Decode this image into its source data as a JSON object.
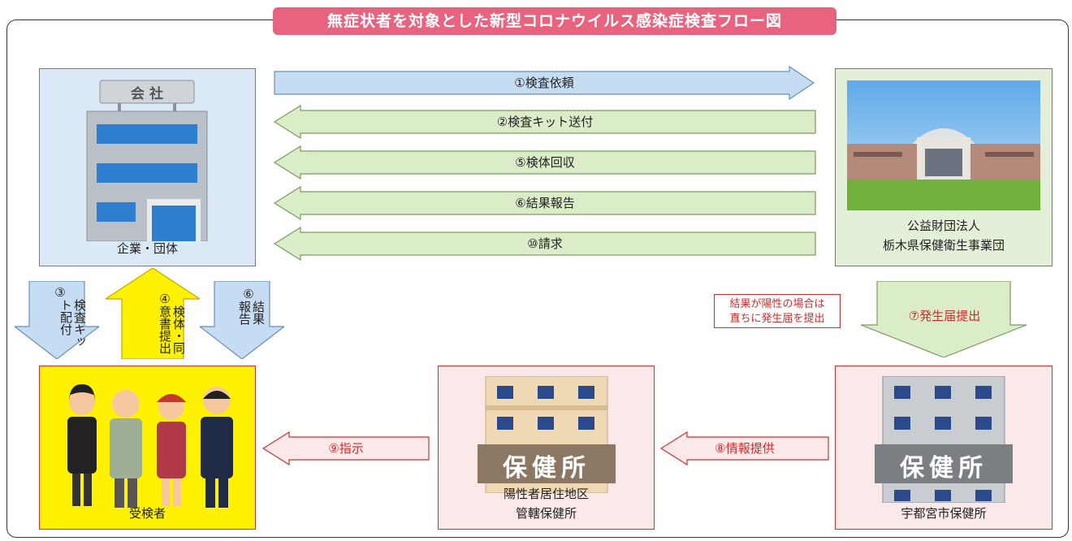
{
  "title": "無症状者を対象とした新型コロナウイルス感染症検査フロー図",
  "nodes": {
    "company": {
      "label": "企業・団体",
      "sign": "会 社"
    },
    "org": {
      "line1": "公益財団法人",
      "line2": "栃木県保健衛生事業団"
    },
    "examinee": {
      "label": "受検者"
    },
    "health_center_residence": {
      "line1": "陽性者居住地区",
      "line2": "管轄保健所",
      "sign": "保健所"
    },
    "health_center_utsunomiya": {
      "label": "宇都宮市保健所",
      "sign": "保健所"
    }
  },
  "flows": {
    "f1": "①検査依頼",
    "f2": "②検査キット送付",
    "f5": "⑤検体回収",
    "f6": "⑥結果報告",
    "f10": "⑩請求",
    "f3": {
      "num": "③",
      "text": "検査キット配付"
    },
    "f4": {
      "num": "④",
      "text": "検体・同意書提出"
    },
    "f6b": {
      "num": "⑥",
      "text": "結果報告"
    },
    "f7": "⑦発生届提出",
    "f8": "⑧情報提供",
    "f9": "⑨指示"
  },
  "note": {
    "line1": "結果が陽性の場合は",
    "line2": "直ちに発生届を提出"
  },
  "colors": {
    "title_bg": "#e8637f",
    "blue_arrow": "#c5dcf2",
    "green_arrow": "#dbecc9",
    "yellow_arrow": "#fff200",
    "pink_arrow": "#fbe9ea",
    "red_accent": "#d42a2a"
  }
}
